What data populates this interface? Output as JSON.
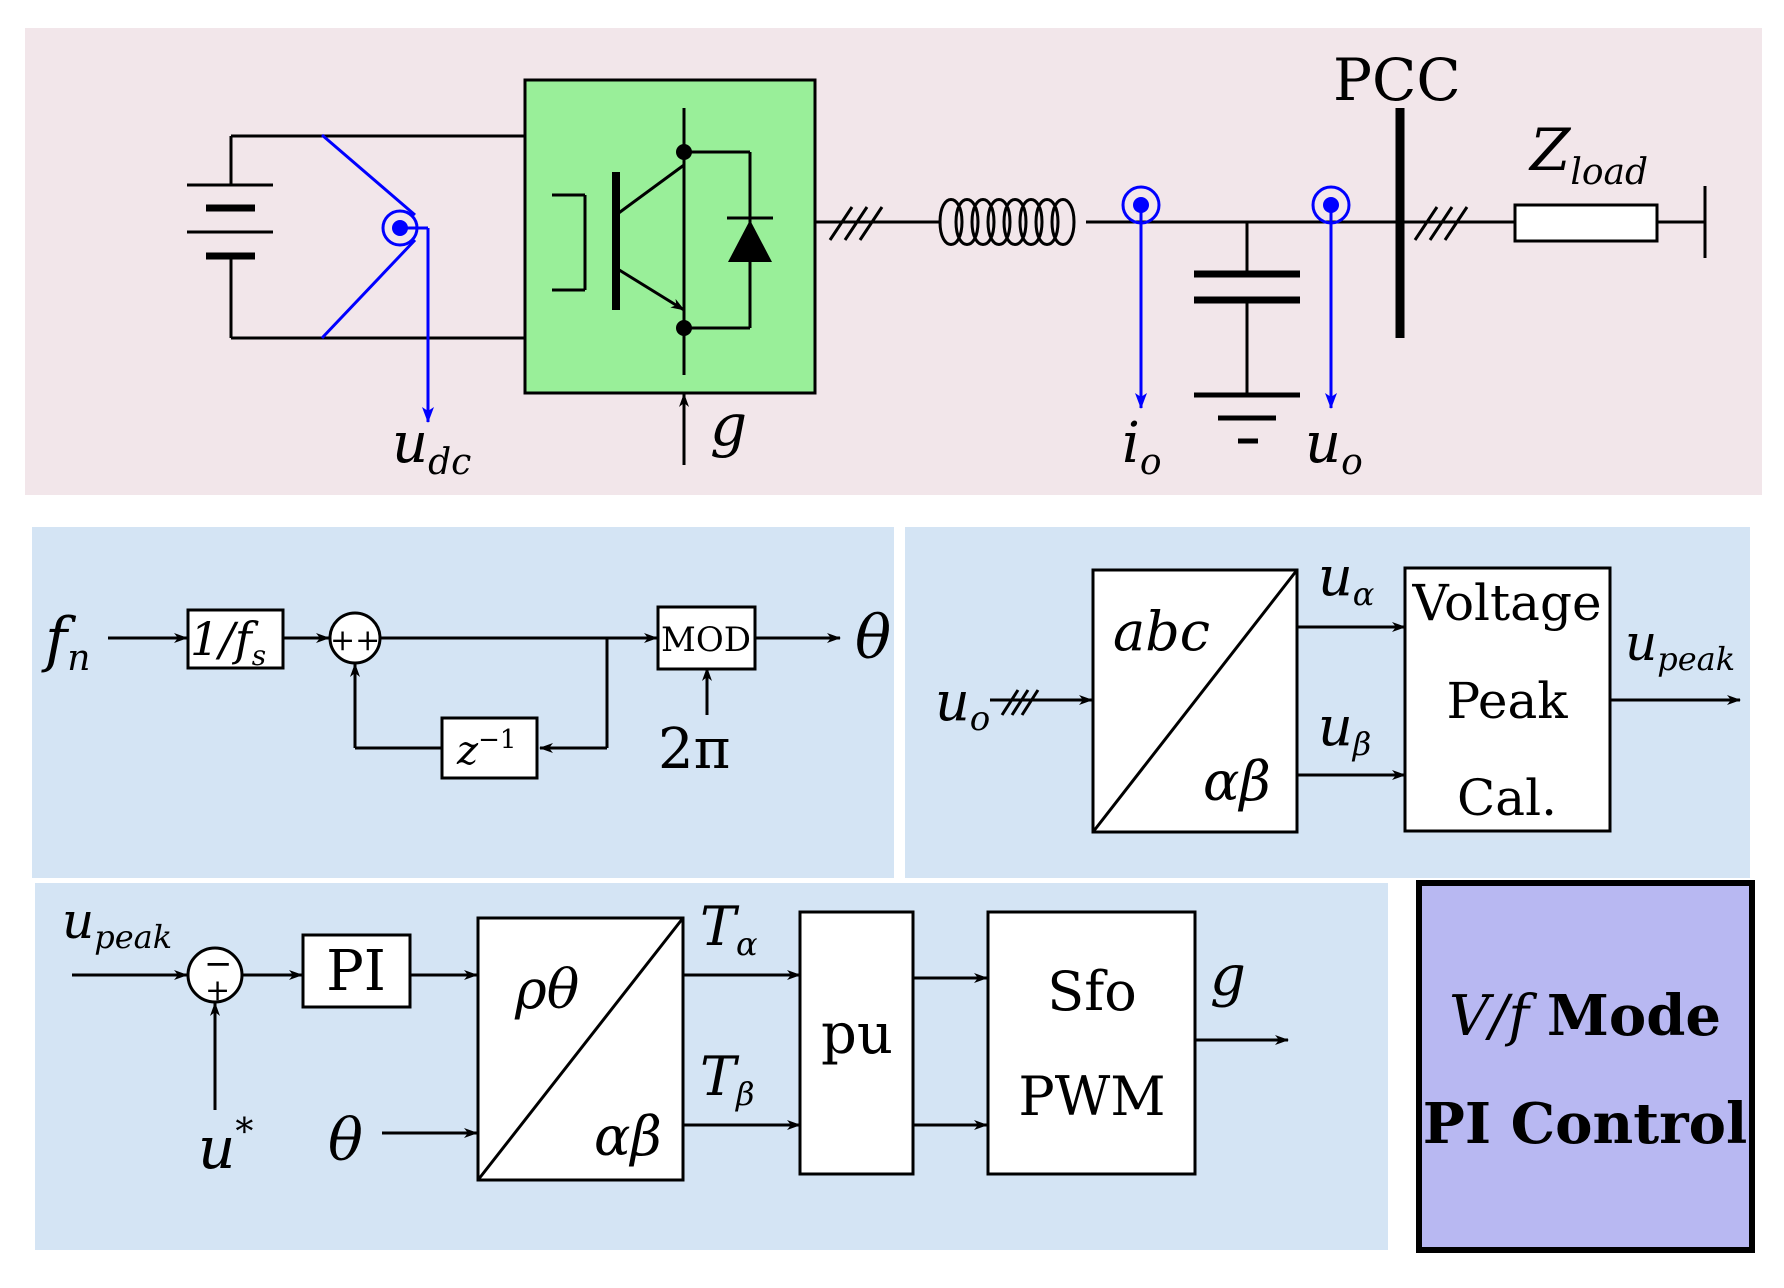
{
  "colors": {
    "circuit_panel": "#f2e6ea",
    "control_panel": "#d4e4f4",
    "mode_box": "#b8b8f2",
    "inverter": "#99ef99",
    "measurement": "#0000ff",
    "line": "#000000"
  },
  "circuit": {
    "pcc_label": "PCC",
    "zload_main": "Z",
    "zload_sub": "load",
    "udc_main": "u",
    "udc_sub": "dc",
    "gate_label": "g",
    "io_main": "i",
    "io_sub": "o",
    "uo_main": "u",
    "uo_sub": "o"
  },
  "angle_gen": {
    "fn_main": "f",
    "fn_sub": "n",
    "inv_fs_text": "1/f",
    "inv_fs_sub": "s",
    "sum_signs": "++",
    "delay_main": "z",
    "delay_sup": "−1",
    "mod_label": "MOD",
    "two_pi": "2π",
    "theta_out": "θ"
  },
  "peak_calc": {
    "uo_main": "u",
    "uo_sub": "o",
    "abc": "abc",
    "alphabeta": "αβ",
    "ualpha_main": "u",
    "ualpha_sub": "α",
    "ubeta_main": "u",
    "ubeta_sub": "β",
    "block_line1": "Voltage",
    "block_line2": "Peak",
    "block_line3": "Cal.",
    "upeak_main": "u",
    "upeak_sub": "peak"
  },
  "pi_loop": {
    "upeak_main": "u",
    "upeak_sub": "peak",
    "sum_minus": "−",
    "sum_plus": "+",
    "pi_label": "PI",
    "ustar_main": "u",
    "ustar_sup": "*",
    "theta_in": "θ",
    "rho_theta": "ρθ",
    "alphabeta": "αβ",
    "talpha_main": "T",
    "talpha_sub": "α",
    "tbeta_main": "T",
    "tbeta_sub": "β",
    "pu_label": "pu",
    "pwm_line1": "Sfo",
    "pwm_line2": "PWM",
    "g_out": "g"
  },
  "mode": {
    "vf": "V/f",
    "mode_word": "Mode",
    "line2": "PI Control"
  }
}
